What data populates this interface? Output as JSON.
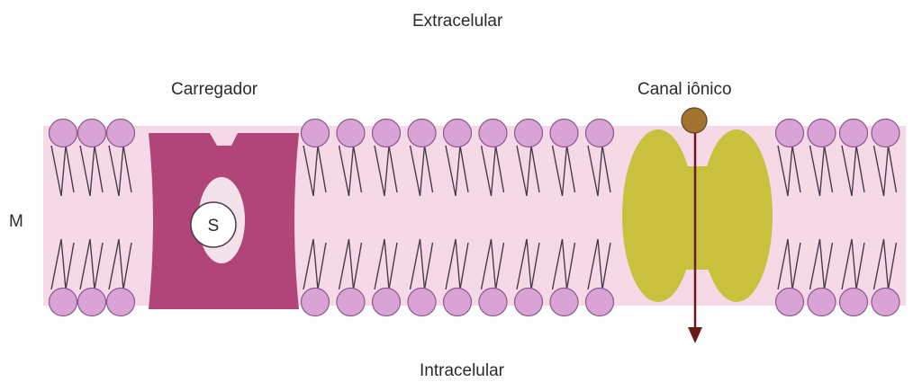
{
  "labels": {
    "extracellular": "Extracelular",
    "intracellular": "Intracelular",
    "carrier": "Carregador",
    "ion_channel": "Canal iônico",
    "membrane": "M",
    "substrate": "S"
  },
  "colors": {
    "membrane_band": "#f6d9e7",
    "lipid_head": "#d9a3d6",
    "lipid_head_stroke": "#8a5a8d",
    "lipid_tail": "#4a3a4e",
    "carrier": "#b1457a",
    "carrier_pocket": "#f4e2ea",
    "channel": "#c9c03d",
    "ion": "#a3722f",
    "arrow": "#6b1a1a"
  }
}
